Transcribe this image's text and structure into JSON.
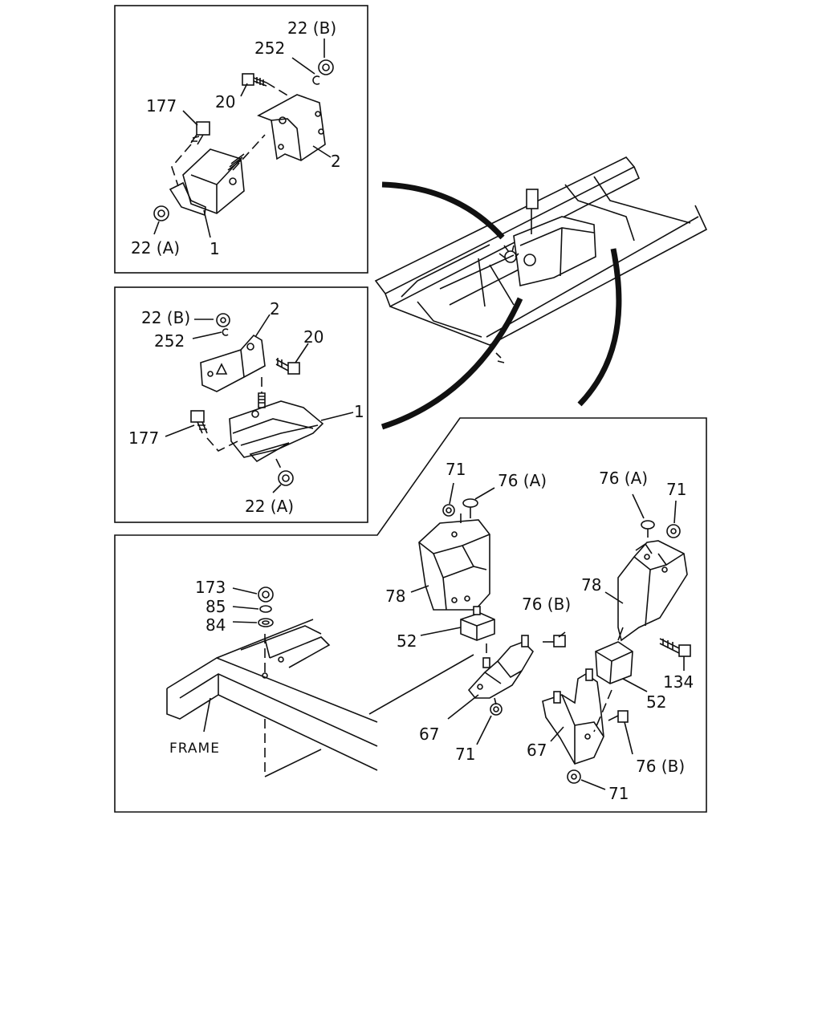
{
  "callouts": {
    "panel_a": {
      "c22b": "22 (B)",
      "c252": "252",
      "c20": "20",
      "c177": "177",
      "c2": "2",
      "c22a": "22 (A)",
      "c1": "1"
    },
    "panel_b": {
      "c22b": "22 (B)",
      "c2": "2",
      "c252": "252",
      "c20": "20",
      "c177": "177",
      "c1": "1",
      "c22a": "22 (A)"
    },
    "panel_c": {
      "c71_l": "71",
      "c76a_l": "76 (A)",
      "c76a_r": "76 (A)",
      "c71_r": "71",
      "c173": "173",
      "c85": "85",
      "c84": "84",
      "c78_l": "78",
      "c78_r": "78",
      "c76b_l": "76 (B)",
      "c52_l": "52",
      "c134": "134",
      "c52_r": "52",
      "c67_l": "67",
      "c71_bl": "71",
      "c67_r": "67",
      "c76b_r": "76 (B)",
      "c71_br": "71",
      "frame": "FRAME"
    }
  }
}
